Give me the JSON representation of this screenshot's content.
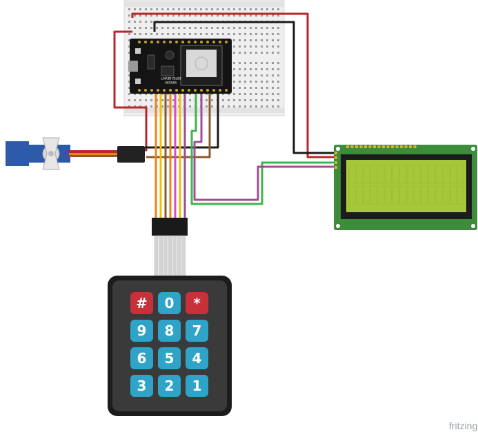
{
  "brand": {
    "watermark": "fritzing"
  },
  "components": {
    "breadboard": "breadboard",
    "mcu": "esp32-devkit",
    "servo": "servo-motor",
    "lcd": "lcd-16x2-i2c",
    "keypad": "keypad-4x3"
  },
  "keypad": {
    "keys": [
      {
        "label": "#",
        "kind": "red"
      },
      {
        "label": "0",
        "kind": "blue"
      },
      {
        "label": "*",
        "kind": "red"
      },
      {
        "label": "9",
        "kind": "blue"
      },
      {
        "label": "8",
        "kind": "blue"
      },
      {
        "label": "7",
        "kind": "blue"
      },
      {
        "label": "6",
        "kind": "blue"
      },
      {
        "label": "5",
        "kind": "blue"
      },
      {
        "label": "4",
        "kind": "blue"
      },
      {
        "label": "3",
        "kind": "blue"
      },
      {
        "label": "2",
        "kind": "blue"
      },
      {
        "label": "1",
        "kind": "blue"
      }
    ]
  },
  "mcu_labels": {
    "chip": "WROOM",
    "board": "ESP32 DEVKIT"
  },
  "colors": {
    "wire_red": "#b8262a",
    "wire_black": "#1a1a1a",
    "wire_green": "#3db54a",
    "wire_purple": "#9b4f96",
    "wire_orange": "#e8841c",
    "wire_yellow": "#f2c200",
    "wire_magenta": "#d24fc5",
    "wire_brown": "#8a5a2b",
    "key_blue": "#2fa4c8",
    "key_red": "#c8303a",
    "lcd_pcb": "#3c8c3c",
    "lcd_screen": "#a6c73a",
    "servo_blue": "#2c5aa8"
  }
}
